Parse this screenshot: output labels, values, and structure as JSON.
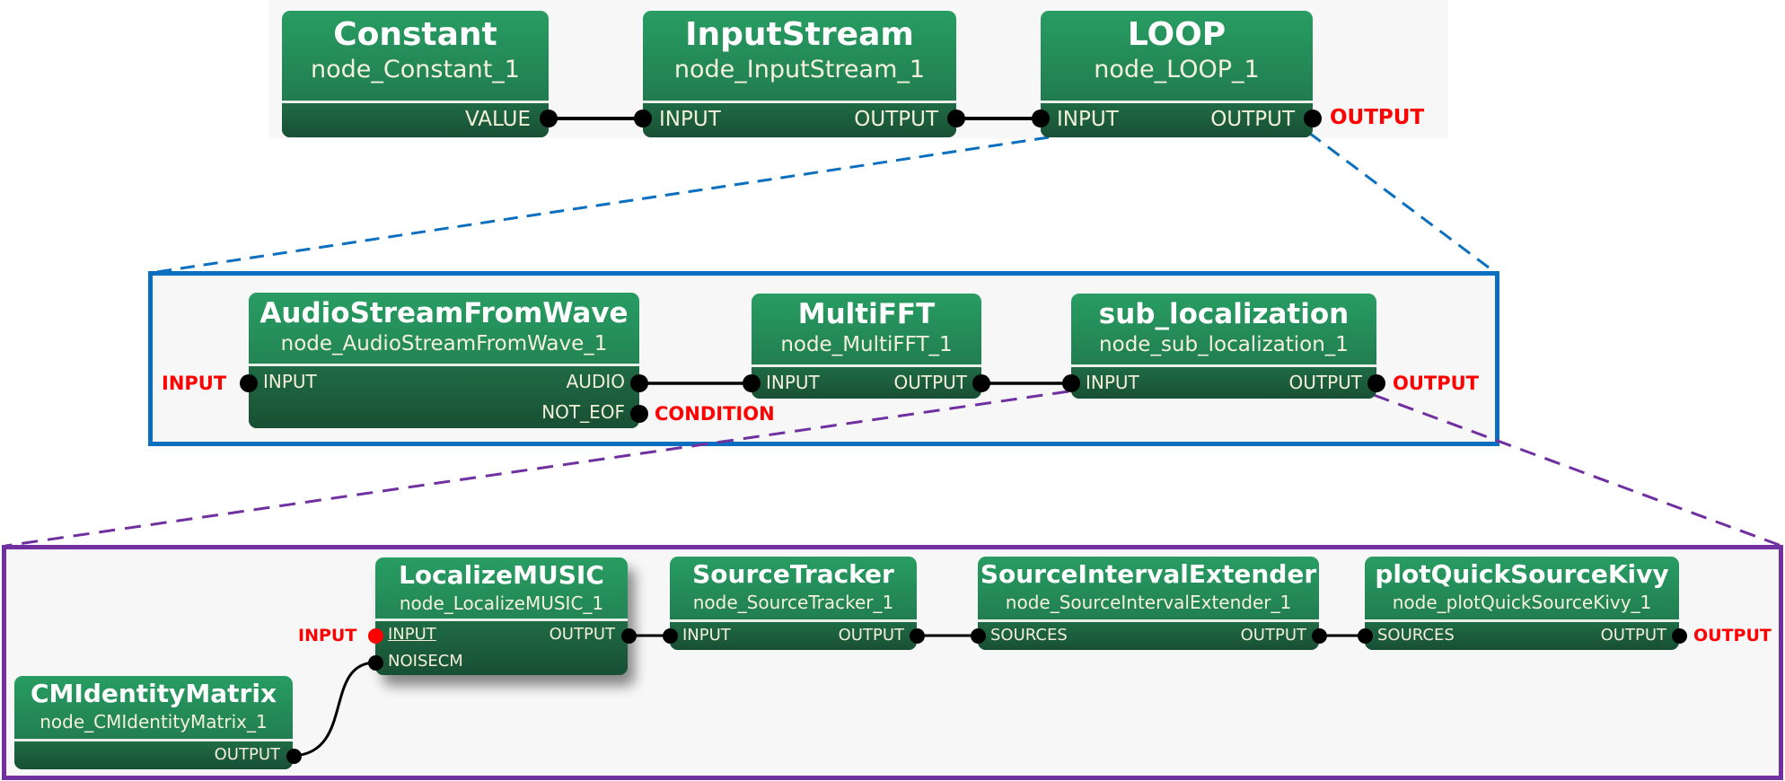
{
  "levels": [
    {
      "id": "top",
      "nodes": [
        {
          "id": "constant",
          "type": "Constant",
          "name": "node_Constant_1",
          "inputs": [],
          "outputs": [
            "VALUE"
          ]
        },
        {
          "id": "inputstream",
          "type": "InputStream",
          "name": "node_InputStream_1",
          "inputs": [
            "INPUT"
          ],
          "outputs": [
            "OUTPUT"
          ]
        },
        {
          "id": "loop",
          "type": "LOOP",
          "name": "node_LOOP_1",
          "inputs": [
            "INPUT"
          ],
          "outputs": [
            "OUTPUT"
          ]
        }
      ],
      "external": {
        "output": "OUTPUT"
      }
    },
    {
      "id": "loop",
      "nodes": [
        {
          "id": "asfw",
          "type": "AudioStreamFromWave",
          "name": "node_AudioStreamFromWave_1",
          "inputs": [
            "INPUT"
          ],
          "outputs": [
            "AUDIO",
            "NOT_EOF"
          ]
        },
        {
          "id": "multifft",
          "type": "MultiFFT",
          "name": "node_MultiFFT_1",
          "inputs": [
            "INPUT"
          ],
          "outputs": [
            "OUTPUT"
          ]
        },
        {
          "id": "subloc",
          "type": "sub_localization",
          "name": "node_sub_localization_1",
          "inputs": [
            "INPUT"
          ],
          "outputs": [
            "OUTPUT"
          ]
        }
      ],
      "external": {
        "input": "INPUT",
        "condition": "CONDITION",
        "output": "OUTPUT"
      }
    },
    {
      "id": "sub_localization",
      "nodes": [
        {
          "id": "cmid",
          "type": "CMIdentityMatrix",
          "name": "node_CMIdentityMatrix_1",
          "inputs": [],
          "outputs": [
            "OUTPUT"
          ]
        },
        {
          "id": "music",
          "type": "LocalizeMUSIC",
          "name": "node_LocalizeMUSIC_1",
          "inputs": [
            "INPUT",
            "NOISECM"
          ],
          "outputs": [
            "OUTPUT"
          ]
        },
        {
          "id": "tracker",
          "type": "SourceTracker",
          "name": "node_SourceTracker_1",
          "inputs": [
            "INPUT"
          ],
          "outputs": [
            "OUTPUT"
          ]
        },
        {
          "id": "sie",
          "type": "SourceIntervalExtender",
          "name": "node_SourceIntervalExtender_1",
          "inputs": [
            "SOURCES"
          ],
          "outputs": [
            "OUTPUT"
          ]
        },
        {
          "id": "plot",
          "type": "plotQuickSourceKivy",
          "name": "node_plotQuickSourceKivy_1",
          "inputs": [
            "SOURCES"
          ],
          "outputs": [
            "OUTPUT"
          ]
        }
      ],
      "external": {
        "input": "INPUT",
        "output": "OUTPUT"
      }
    }
  ],
  "colors": {
    "node_top": "#289d63",
    "node_bottom": "#1e6e47",
    "external_label": "#ff0000",
    "loop_frame": "#0a6fbf",
    "sub_frame": "#7030a0",
    "link": "#000000"
  }
}
